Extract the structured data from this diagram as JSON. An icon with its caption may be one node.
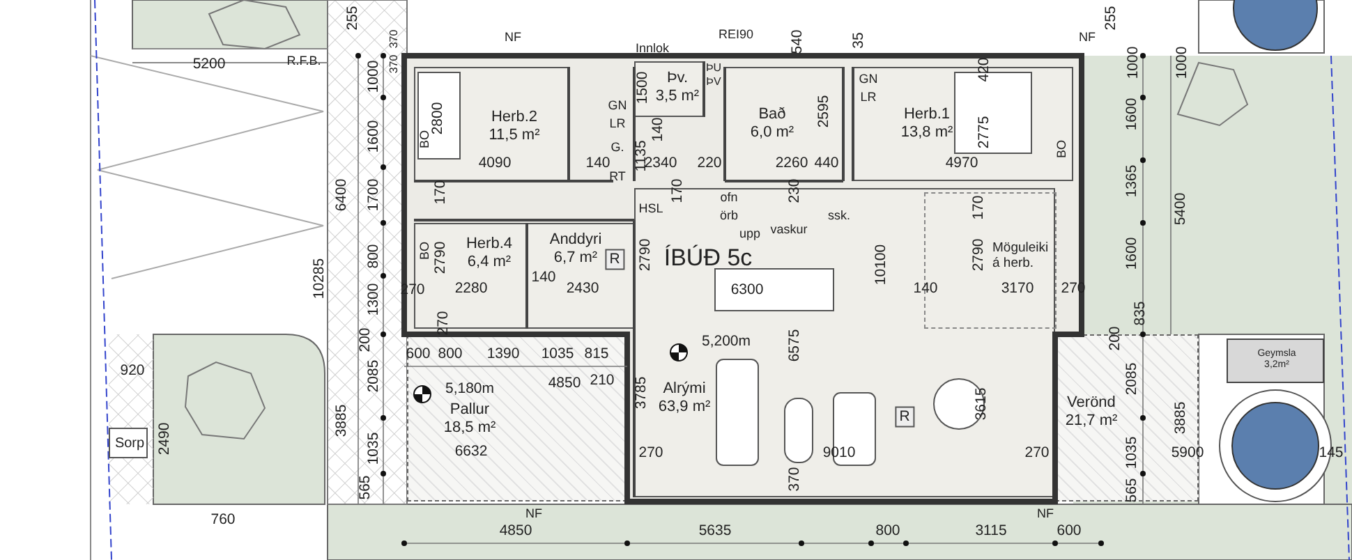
{
  "diagram": {
    "nodes": [
      {
        "text": [
          "Herb.2",
          "11,5 m²"
        ]
      },
      {
        "text": [
          "Þv.",
          "3,5 m²"
        ]
      },
      {
        "text": [
          "Bað",
          "6,0 m²"
        ]
      },
      {
        "text": [
          "Herb.1",
          "13,8 m²"
        ]
      },
      {
        "text": [
          "Herb.4",
          "6,4 m²"
        ]
      },
      {
        "text": [
          "Anddyri",
          "6,7 m²"
        ]
      },
      {
        "text": [
          "Alrými",
          "63,9 m²"
        ]
      },
      {
        "text": [
          "Möguleiki á herb."
        ],
        "in": 6
      },
      {
        "text": [
          "Pallur",
          "18,5 m²"
        ]
      },
      {
        "text": [
          "Verönd",
          "21,7 m²"
        ]
      },
      {
        "text": [
          "Geymsla",
          "3,2m²"
        ]
      },
      {
        "text": [
          "Sorp"
        ]
      }
    ],
    "labels": [
      "255",
      "5200",
      "R.F.B.",
      "370",
      "370",
      "NF",
      "REI90",
      "540",
      "35",
      "NF",
      "255",
      "1000",
      "1600",
      "6400",
      "1700",
      "800",
      "10285",
      "1300",
      "200",
      "2085",
      "3885",
      "1035",
      "565",
      "2800",
      "BO",
      "170",
      "BO",
      "2790",
      "270",
      "270",
      "4090",
      "Innlok",
      "ÞU",
      "ÞV",
      "GN",
      "LR",
      "1500",
      "140",
      "G.",
      "RT",
      "140",
      "1135",
      "2340",
      "220",
      "2595",
      "2260",
      "440",
      "170",
      "230",
      "HSL",
      "ofn",
      "örb",
      "ssk.",
      "upp",
      "vaskur",
      "GN",
      "LR",
      "420",
      "2775",
      "BO",
      "4970",
      "170",
      "2790",
      "1000",
      "1000",
      "1600",
      "1365",
      "5400",
      "1600",
      "ÍBÚÐ 5c",
      "R",
      "2790",
      "10100",
      "2280",
      "140",
      "2430",
      "6300",
      "140",
      "3170",
      "270",
      "835",
      "200",
      "920",
      "2490",
      "600",
      "800",
      "1390",
      "1035",
      "815",
      "5,180m",
      "4850",
      "210",
      "5,200m",
      "6575",
      "3785",
      "R",
      "3615",
      "6632",
      "2085",
      "3885",
      "1035",
      "565",
      "270",
      "9010",
      "270",
      "5900",
      "145",
      "370",
      "NF",
      "NF",
      "760",
      "4850",
      "5635",
      "800",
      "3115",
      "600"
    ]
  }
}
